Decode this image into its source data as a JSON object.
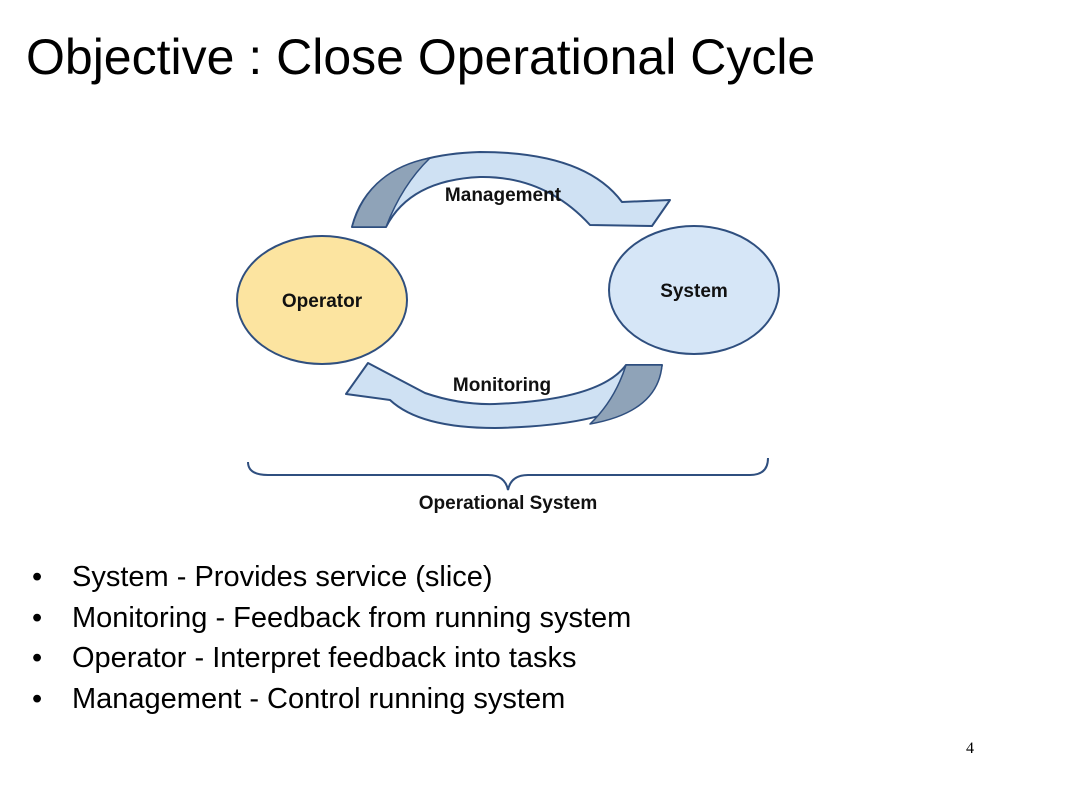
{
  "slide": {
    "title": "Objective : Close Operational Cycle",
    "page_number": "4"
  },
  "diagram": {
    "nodes": {
      "operator": {
        "label": "Operator",
        "fill": "#FCE4A0",
        "stroke": "#2F4F7F"
      },
      "system": {
        "label": "System",
        "fill": "#D6E6F7",
        "stroke": "#2F4F7F"
      }
    },
    "arrows": {
      "management": {
        "label": "Management"
      },
      "monitoring": {
        "label": "Monitoring"
      }
    },
    "arrow_colors": {
      "light": "#CFE1F3",
      "dark": "#8FA3B8",
      "outline": "#2F4F7F"
    },
    "brace": {
      "label": "Operational System"
    }
  },
  "bullets": [
    {
      "marker": "•",
      "text": "System - Provides service (slice)"
    },
    {
      "marker": "•",
      "text": "Monitoring - Feedback from running system"
    },
    {
      "marker": "•",
      "text": "Operator - Interpret feedback into tasks"
    },
    {
      "marker": "•",
      "text": "Management - Control running system"
    }
  ]
}
